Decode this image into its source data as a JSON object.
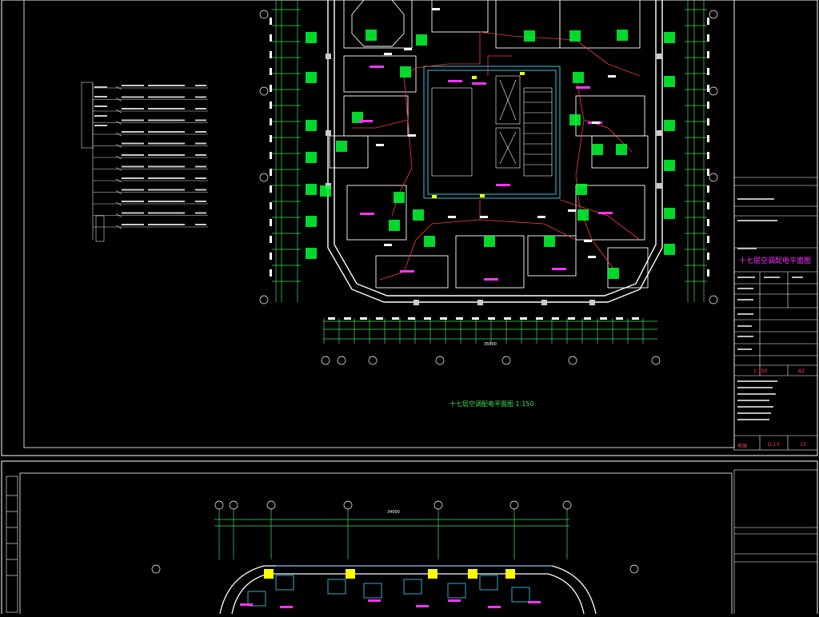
{
  "drawing_title": "十七层空调配电平面图 1:150",
  "title_block": {
    "sheet_title": "十七层空调配电平面图",
    "scale": "1:150",
    "size": "A2",
    "stage": "电施",
    "drawing_no": "D-13",
    "sheet_no": "13"
  },
  "dimensions": {
    "overall": "35600",
    "overall_lower": "34000"
  },
  "colors": {
    "background": "#000000",
    "frame": "#ffffff",
    "walls": "#ffffff",
    "dimension": "#3fe25e",
    "wiring": "#ff3b3b",
    "equipment": "#00ff33",
    "labels": "#ff33ff",
    "core": "#33ddff",
    "highlight": "#ffff00"
  },
  "icons": [
    "grid-bubble-icon",
    "ac-unit-icon",
    "distribution-panel-icon"
  ]
}
